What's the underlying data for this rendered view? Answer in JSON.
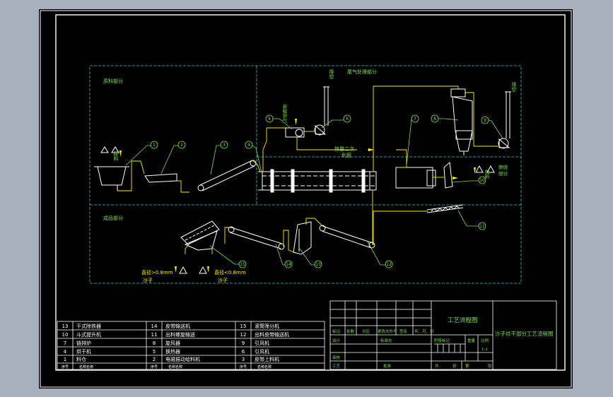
{
  "zones": {
    "raw": "原料部分",
    "exhaust": "尾气处理部分",
    "product": "成品部分"
  },
  "flow_labels": {
    "raw_material": "原料",
    "fresh_air": "新鲜空气",
    "to_air_left": "排空",
    "to_air_right": "排空",
    "heat_recycle_1": "热量二次",
    "heat_recycle_2": "利用",
    "burner_1": "燃料",
    "burner_2": "燃烧",
    "burner_3": "部分",
    "size_left_a": "直径>0.8mm",
    "size_left_b": "沙子",
    "size_right_a": "直径<0.8mm",
    "size_right_b": "沙子"
  },
  "balloons": {
    "b1": "1",
    "b2": "2",
    "b3": "3",
    "b4": "4",
    "b5": "5",
    "b6": "6",
    "b7": "7",
    "b8": "8",
    "b9": "9",
    "b10": "10",
    "b11": "11",
    "b12": "12",
    "b13": "13",
    "b14": "14",
    "b15": "15"
  },
  "parts_list": {
    "rows": [
      [
        "13",
        "干式除铁器",
        "14",
        "皮带输送机",
        "15",
        "滚筒筛分机"
      ],
      [
        "10",
        "斗式提升机",
        "11",
        "出料螺旋输送",
        "12",
        "出料皮带输送机"
      ],
      [
        "7",
        "链排炉",
        "8",
        "旋风器",
        "9",
        "引风机"
      ],
      [
        "4",
        "烘干机",
        "5",
        "换热器",
        "6",
        "引风机"
      ],
      [
        "1",
        "料仓",
        "2",
        "电磁振动给料机",
        "3",
        "皮带上料机"
      ]
    ],
    "header": [
      "序号",
      "名称名称",
      "序号",
      "名称名称",
      "序号",
      "名称名称"
    ]
  },
  "title_block": {
    "process_title": "工艺流程图",
    "drawing_title": "沙子烘干部分工艺流程图",
    "label_mark": "标记",
    "label_count": "处数",
    "label_zone": "分区",
    "label_change_no": "更改文件号",
    "label_sign": "签名",
    "label_date": "年、月、日",
    "label_design": "设计",
    "label_standard": "标准化",
    "label_stage": "阶段标记",
    "label_weight": "重量",
    "label_scale": "比例",
    "scale_value": "1:1",
    "label_check": "审核",
    "label_process": "工艺",
    "label_approve": "批准",
    "label_total": "共",
    "label_sheet": "张",
    "label_page": "第"
  },
  "colors": {
    "frame": "#ffffff",
    "zone": "#38c8c8",
    "equipment": "#ffffff",
    "leader": "#7fe04a",
    "flow": "#ffee00",
    "text_green": "#7fe04a",
    "text_yellow": "#ffee00"
  }
}
